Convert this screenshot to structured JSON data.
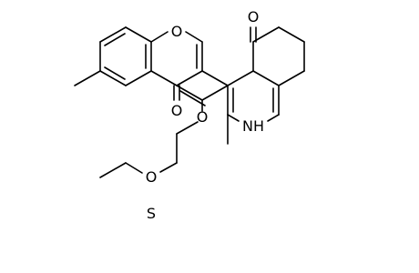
{
  "molecule": {
    "atoms": {
      "o_chromone_ring": "O",
      "o_chromone_carbonyl": "O",
      "o_ketone": "O",
      "nh": "NH",
      "o_ester_carbonyl": "O",
      "o_ester_link": "O",
      "s_thioether": "S"
    },
    "colors": {
      "bonds": "#000000",
      "labels": "#000000",
      "background": "#ffffff"
    }
  }
}
